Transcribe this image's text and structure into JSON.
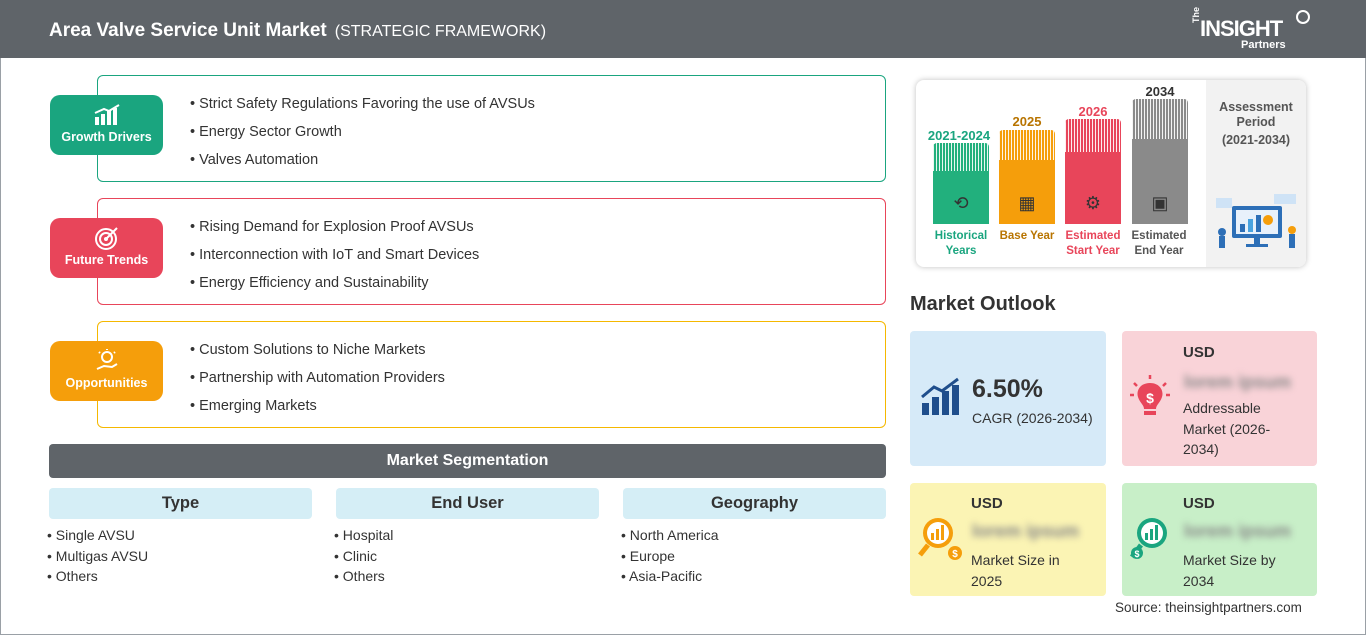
{
  "header": {
    "title": "Area Valve Service Unit Market",
    "subtitle": "(STRATEGIC FRAMEWORK)",
    "logo": {
      "the": "The",
      "insight": "INSIGHT",
      "partners": "Partners"
    }
  },
  "framework": [
    {
      "label": "Growth Drivers",
      "color": "#1aa57f",
      "icon": "growth-chart-icon",
      "items": [
        "Strict Safety Regulations Favoring the use of AVSUs",
        "Energy Sector Growth",
        "Valves Automation"
      ]
    },
    {
      "label": "Future Trends",
      "color": "#e8455a",
      "icon": "target-icon",
      "items": [
        "Rising Demand for Explosion Proof AVSUs",
        "Interconnection with IoT and Smart Devices",
        "Energy Efficiency and Sustainability"
      ]
    },
    {
      "label": "Opportunities",
      "color": "#f59e0b",
      "icon": "idea-hand-icon",
      "items": [
        "Custom Solutions to Niche Markets",
        "Partnership with Automation Providers",
        "Emerging Markets"
      ]
    }
  ],
  "segmentation": {
    "title": "Market Segmentation",
    "columns": [
      {
        "heading": "Type",
        "items": [
          "Single AVSU",
          "Multigas AVSU",
          "Others"
        ]
      },
      {
        "heading": "End User",
        "items": [
          "Hospital",
          "Clinic",
          "Others"
        ]
      },
      {
        "heading": "Geography",
        "items": [
          "North America",
          "Europe",
          "Asia-Pacific"
        ]
      }
    ]
  },
  "timeline": {
    "periods": [
      {
        "year": "2021-2024",
        "caption": "Historical Years",
        "color": "#22b07d",
        "icon": "history-icon"
      },
      {
        "year": "2025",
        "caption": "Base Year",
        "color": "#f59e0b",
        "icon": "calendar-icon"
      },
      {
        "year": "2026",
        "caption": "Estimated Start Year",
        "color": "#e8455a",
        "icon": "start-year-icon"
      },
      {
        "year": "2034",
        "caption": "Estimated End Year",
        "color": "#8a8a8a",
        "icon": "presentation-icon"
      }
    ],
    "assessment_title": "Assessment Period",
    "assessment_range": "(2021-2034)"
  },
  "outlook": {
    "title": "Market Outlook",
    "cagr": {
      "value": "6.50%",
      "label": "CAGR (2026-2034)",
      "color": "#d6eaf8"
    },
    "addressable": {
      "currency": "USD",
      "value": "lorem ipsum",
      "label": "Addressable Market (2026-2034)",
      "color": "#f9d3d8"
    },
    "size_2025": {
      "currency": "USD",
      "value": "lorem ipsum",
      "label": "Market Size in 2025",
      "color": "#fbf4b4"
    },
    "size_2034": {
      "currency": "USD",
      "value": "lorem ipsum",
      "label": "Market Size by 2034",
      "color": "#c8efc8"
    }
  },
  "source": "Source: theinsightpartners.com"
}
